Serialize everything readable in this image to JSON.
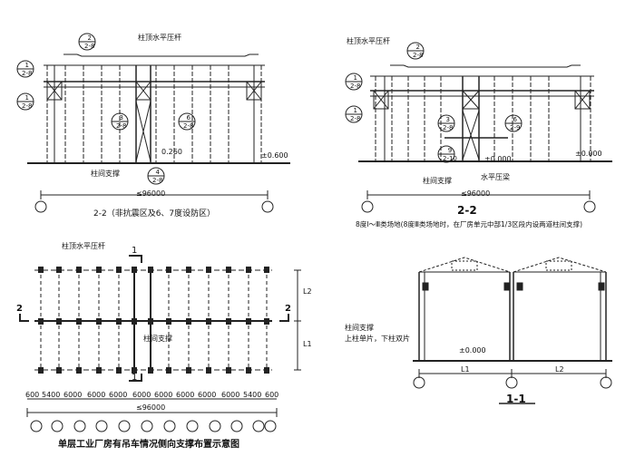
{
  "panel_a": {
    "strut_label": "柱顶水平压杆",
    "brace_label": "柱间支撑",
    "elev_label": "0.260",
    "elev_label2": "±0.600",
    "span_label": "≤96000",
    "title": "2-2（非抗震区及6、7度设防区）",
    "callouts": [
      "2\n2-8",
      "1\n2-8",
      "1\n2-8",
      "3\n2-8",
      "6\n2-8",
      "4\n2-8"
    ]
  },
  "panel_b": {
    "strut_label": "柱顶水平压杆",
    "girder_label": "水平压梁",
    "brace_label": "柱间支撑",
    "elev_label": "±0.000",
    "elev_label2": "±0.000",
    "span_label": "≤96000",
    "title": "2-2",
    "note": "8度Ⅰ～Ⅲ类场地(8度Ⅲ类场地时，在厂房单元中部1/3区段内设两道柱间支撑)",
    "callouts": [
      "2\n2-8",
      "1\n2-8",
      "1\n2-8",
      "3\n2-8",
      "6\n2-9",
      "9\n2-10"
    ]
  },
  "panel_c": {
    "strut_label": "柱顶水平压杆",
    "brace_label": "柱间支撑",
    "section_marks": [
      "1",
      "1",
      "2",
      "2"
    ],
    "dim_l1": "L1",
    "dim_l2": "L2",
    "bay_dims": [
      "600",
      "5400",
      "6000",
      "6000",
      "6000",
      "6000",
      "6000",
      "6000",
      "6000",
      "6000",
      "5400",
      "600"
    ],
    "span_label": "≤96000",
    "caption": "单层工业厂房有吊车情况侧向支撑布置示意图"
  },
  "panel_d": {
    "brace_label": "柱间支撑",
    "brace_note": "上柱单片，下柱双片",
    "elev_label": "±0.000",
    "dim_l1": "L1",
    "dim_l2": "L2",
    "title": "1-1"
  }
}
